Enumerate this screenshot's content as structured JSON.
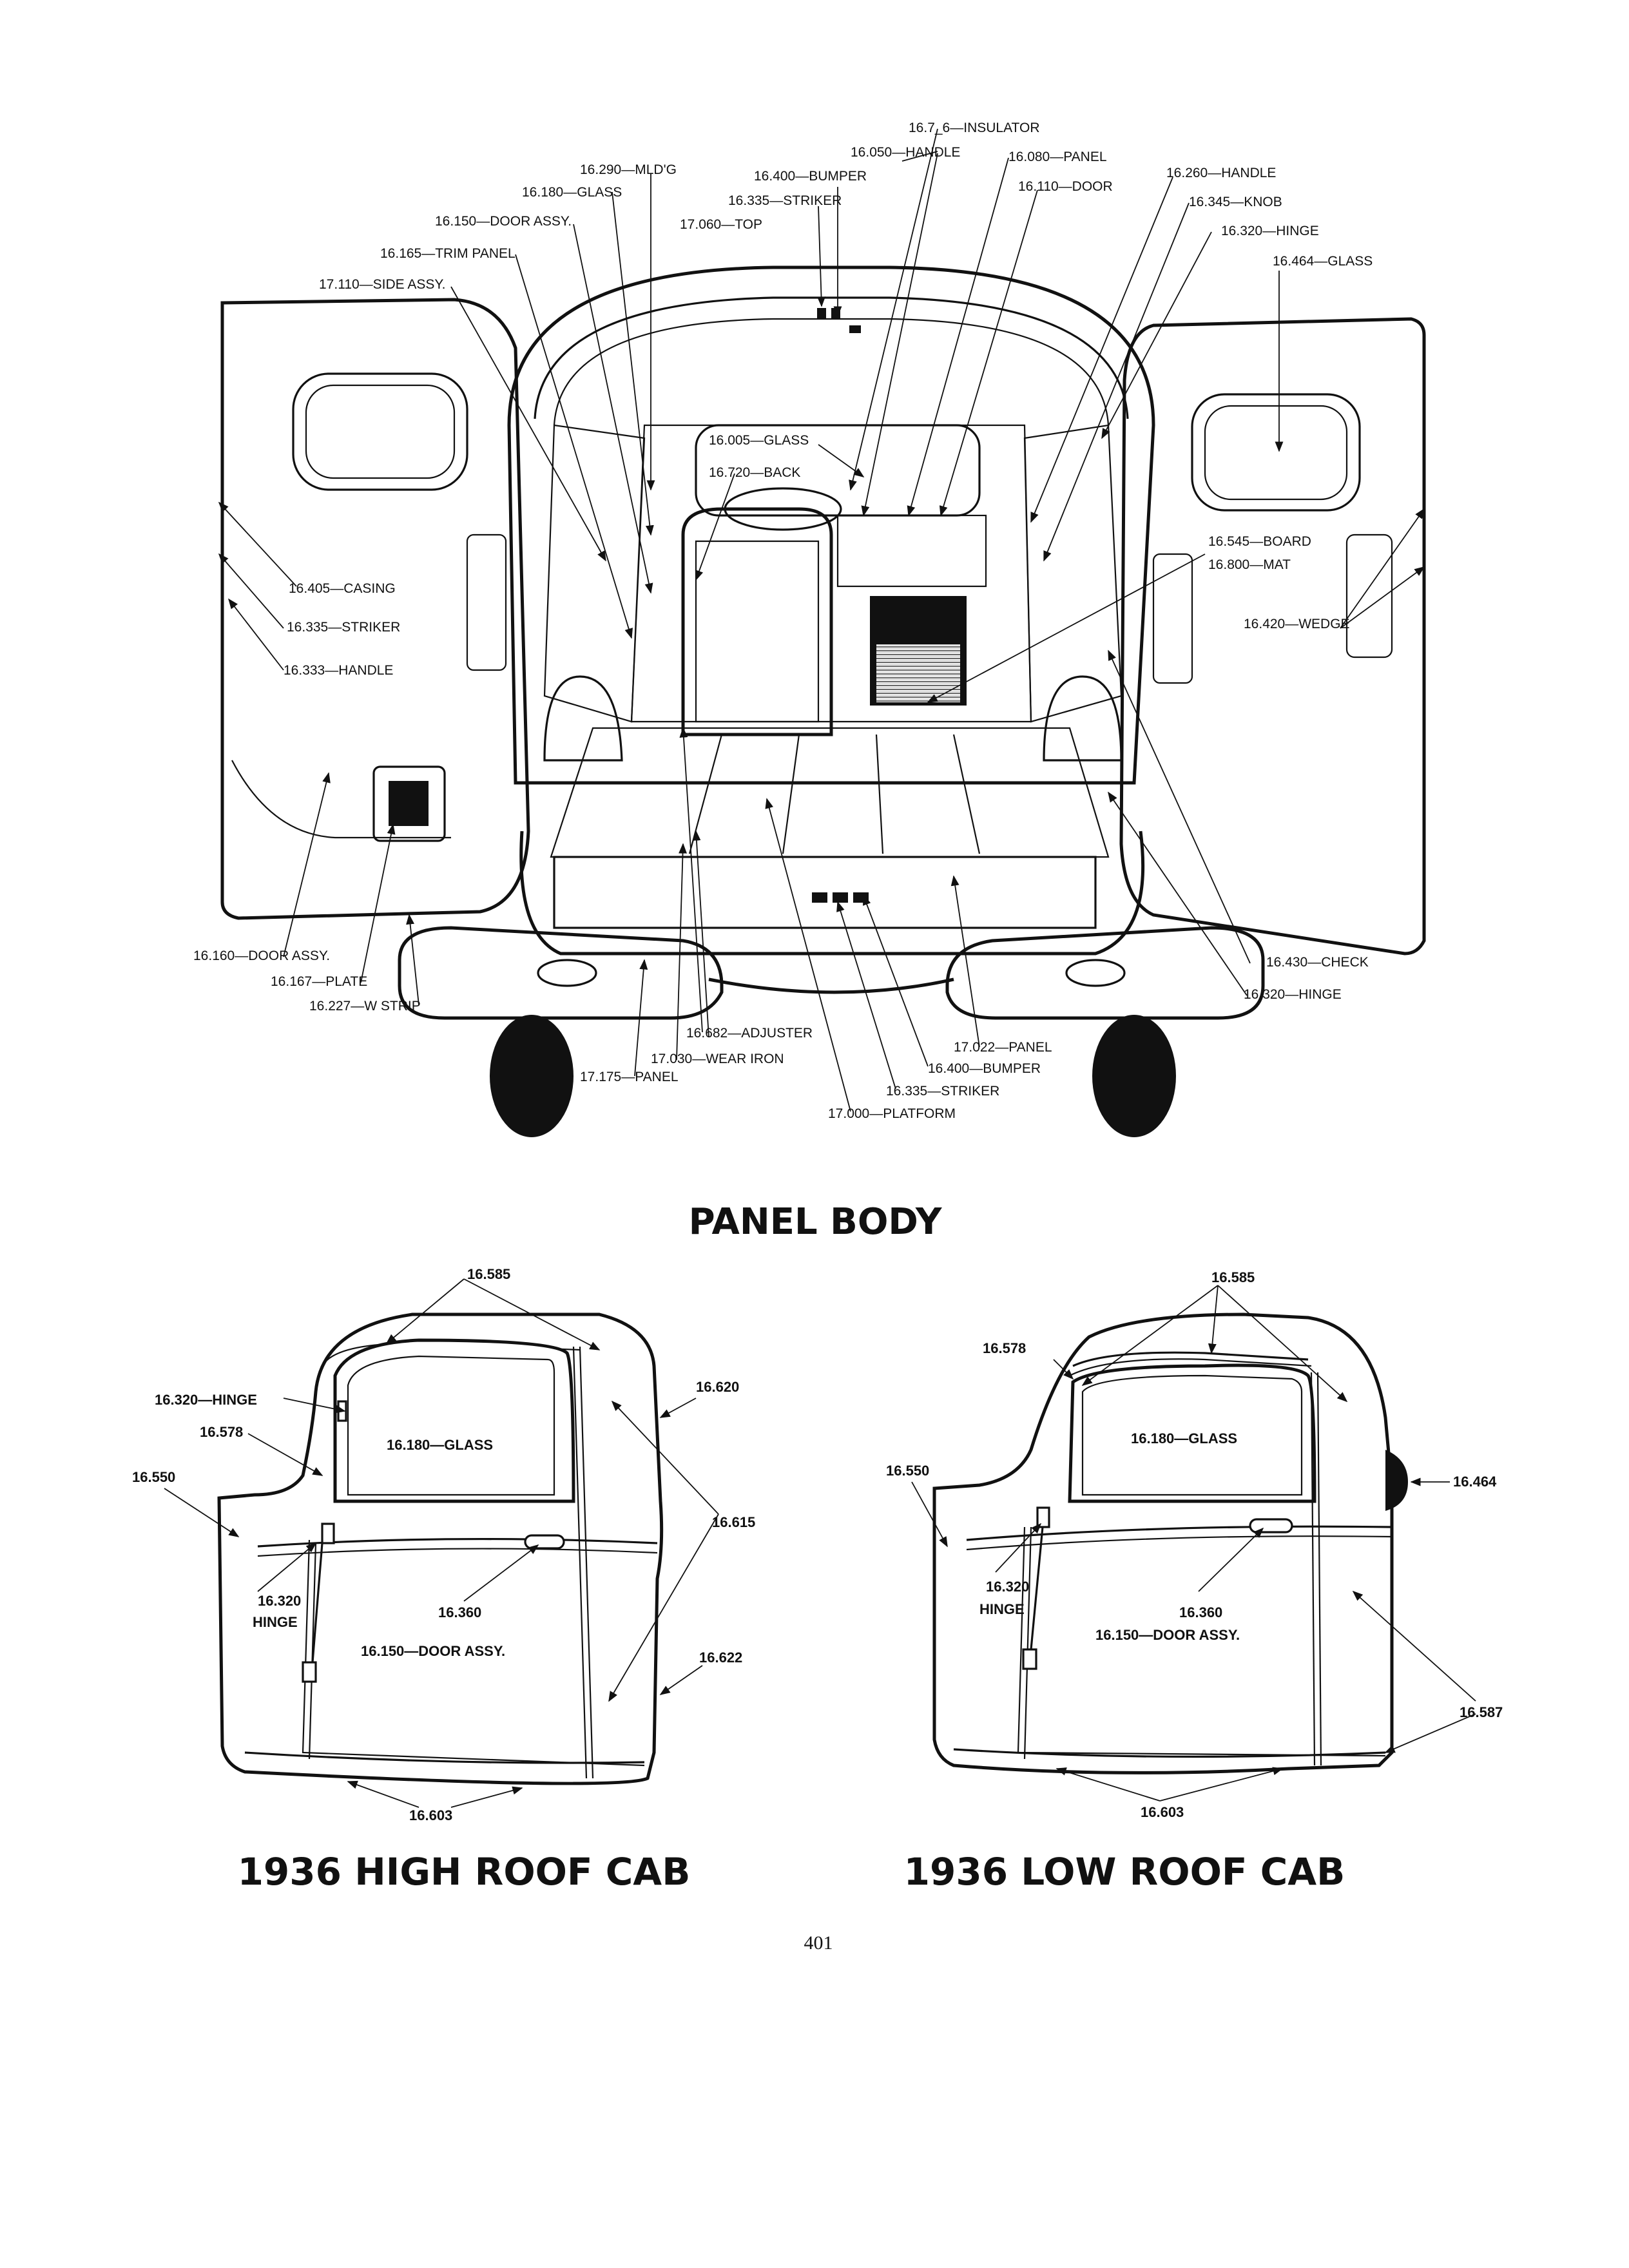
{
  "panel_body": {
    "title": "PANEL BODY",
    "labels": [
      {
        "id": "insulator",
        "text": "16.7_6—INSULATOR"
      },
      {
        "id": "handle-top",
        "text": "16.050—HANDLE"
      },
      {
        "id": "panel-top",
        "text": "16.080—PANEL"
      },
      {
        "id": "mldg",
        "text": "16.290—MLD'G"
      },
      {
        "id": "bumper-top",
        "text": "16.400—BUMPER"
      },
      {
        "id": "door-top",
        "text": "16.110—DOOR"
      },
      {
        "id": "handle-right",
        "text": "16.260—HANDLE"
      },
      {
        "id": "glass-left",
        "text": "16.180—GLASS"
      },
      {
        "id": "striker-top",
        "text": "16.335—STRIKER"
      },
      {
        "id": "knob",
        "text": "16.345—KNOB"
      },
      {
        "id": "door-assy-left",
        "text": "16.150—DOOR ASSY."
      },
      {
        "id": "top",
        "text": "17.060—TOP"
      },
      {
        "id": "hinge-right-top",
        "text": "16.320—HINGE"
      },
      {
        "id": "trim-panel",
        "text": "16.165—TRIM PANEL"
      },
      {
        "id": "glass-right",
        "text": "16.464—GLASS"
      },
      {
        "id": "side-assy",
        "text": "17.110—SIDE ASSY."
      },
      {
        "id": "glass-center",
        "text": "16.005—GLASS"
      },
      {
        "id": "back",
        "text": "16.720—BACK"
      },
      {
        "id": "board",
        "text": "16.545—BOARD"
      },
      {
        "id": "mat",
        "text": "16.800—MAT"
      },
      {
        "id": "casing",
        "text": "16.405—CASING"
      },
      {
        "id": "striker-left",
        "text": "16.335—STRIKER"
      },
      {
        "id": "wedge",
        "text": "16.420—WEDGE"
      },
      {
        "id": "handle-left",
        "text": "16.333—HANDLE"
      },
      {
        "id": "check",
        "text": "16.430—CHECK"
      },
      {
        "id": "door-assy-rear",
        "text": "16.160—DOOR ASSY."
      },
      {
        "id": "plate",
        "text": "16.167—PLATE"
      },
      {
        "id": "hinge-right-low",
        "text": "16.320—HINGE"
      },
      {
        "id": "w-strip",
        "text": "16.227—W STRIP"
      },
      {
        "id": "adjuster",
        "text": "16.682—ADJUSTER"
      },
      {
        "id": "panel-low",
        "text": "17.022—PANEL"
      },
      {
        "id": "wear-iron",
        "text": "17.030—WEAR IRON"
      },
      {
        "id": "bumper-low",
        "text": "16.400—BUMPER"
      },
      {
        "id": "panel-bottom",
        "text": "17.175—PANEL"
      },
      {
        "id": "striker-low",
        "text": "16.335—STRIKER"
      },
      {
        "id": "platform",
        "text": "17.000—PLATFORM"
      }
    ]
  },
  "high_roof_cab": {
    "title": "1936 HIGH ROOF CAB",
    "labels": [
      {
        "id": "roof",
        "text": "16.585"
      },
      {
        "id": "hinge-top",
        "text": "16.320—HINGE"
      },
      {
        "id": "p620",
        "text": "16.620"
      },
      {
        "id": "p578",
        "text": "16.578"
      },
      {
        "id": "glass",
        "text": "16.180—GLASS"
      },
      {
        "id": "p550",
        "text": "16.550"
      },
      {
        "id": "p615",
        "text": "16.615"
      },
      {
        "id": "hinge-num",
        "text": "16.320"
      },
      {
        "id": "hinge-word",
        "text": "HINGE"
      },
      {
        "id": "p360",
        "text": "16.360"
      },
      {
        "id": "door-assy",
        "text": "16.150—DOOR ASSY."
      },
      {
        "id": "p622",
        "text": "16.622"
      },
      {
        "id": "p603",
        "text": "16.603"
      }
    ]
  },
  "low_roof_cab": {
    "title": "1936 LOW ROOF CAB",
    "labels": [
      {
        "id": "roof",
        "text": "16.585"
      },
      {
        "id": "p578",
        "text": "16.578"
      },
      {
        "id": "glass",
        "text": "16.180—GLASS"
      },
      {
        "id": "p464",
        "text": "16.464"
      },
      {
        "id": "p550",
        "text": "16.550"
      },
      {
        "id": "hinge-num",
        "text": "16.320"
      },
      {
        "id": "hinge-word",
        "text": "HINGE"
      },
      {
        "id": "p360",
        "text": "16.360"
      },
      {
        "id": "door-assy",
        "text": "16.150—DOOR ASSY."
      },
      {
        "id": "p587",
        "text": "16.587"
      },
      {
        "id": "p603",
        "text": "16.603"
      }
    ]
  },
  "page_number": "401"
}
